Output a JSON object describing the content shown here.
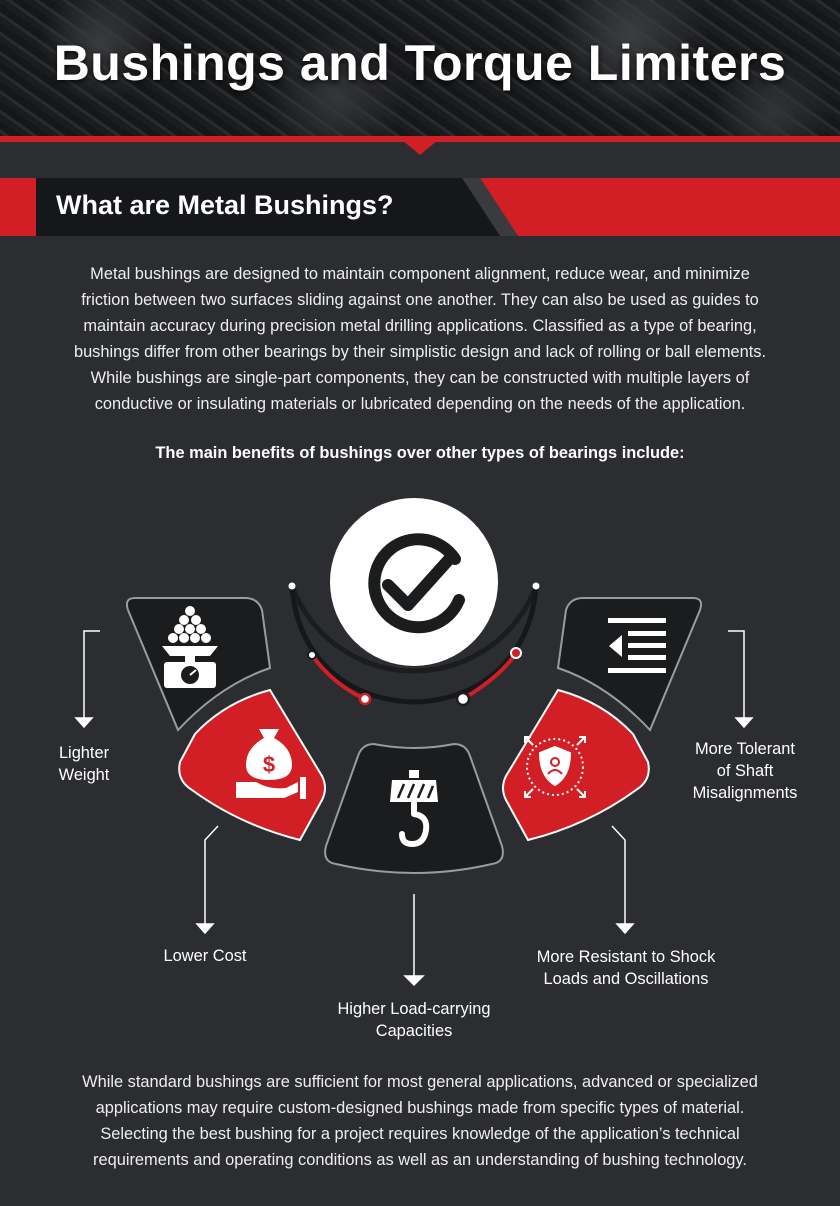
{
  "header": {
    "title": "Bushings and Torque Limiters"
  },
  "section": {
    "title": "What are Metal Bushings?"
  },
  "intro_lines": [
    "Metal bushings are designed to maintain component alignment, reduce wear, and minimize",
    "friction between two surfaces sliding against one another. They can also be used as guides to",
    "maintain accuracy during precision metal drilling applications. Classified as a type of bearing,",
    "bushings differ from other bearings by their simplistic design and lack of rolling or ball elements.",
    "While bushings are single-part components, they can be constructed with multiple layers of",
    "conductive or insulating materials or lubricated depending on the needs of the application."
  ],
  "benefits": {
    "lead": "The main benefits of bushings over other types of bearings include:",
    "items": [
      {
        "label_lines": [
          "Lighter",
          "Weight"
        ],
        "icon": "scale-icon",
        "color": "dark"
      },
      {
        "label_lines": [
          "Lower Cost"
        ],
        "icon": "money-bag-icon",
        "color": "red"
      },
      {
        "label_lines": [
          "Higher Load-carrying",
          "Capacities"
        ],
        "icon": "crane-hook-icon",
        "color": "dark"
      },
      {
        "label_lines": [
          "More Resistant to Shock",
          "Loads and Oscillations"
        ],
        "icon": "shield-icon",
        "color": "red"
      },
      {
        "label_lines": [
          "More Tolerant",
          "of Shaft",
          "Misalignments"
        ],
        "icon": "indent-icon",
        "color": "dark"
      }
    ]
  },
  "outro_lines": [
    "While standard bushings are sufficient for most general applications, advanced or specialized",
    "applications may require custom-designed bushings made from specific types of material.",
    "Selecting the best bushing for a project requires knowledge of the application’s technical",
    "requirements and operating conditions as well as an understanding of bushing technology."
  ],
  "colors": {
    "accent": "#d21f26",
    "background": "#2c2d30",
    "dark_panel": "#1b1c1e",
    "bar": "#16171a"
  }
}
